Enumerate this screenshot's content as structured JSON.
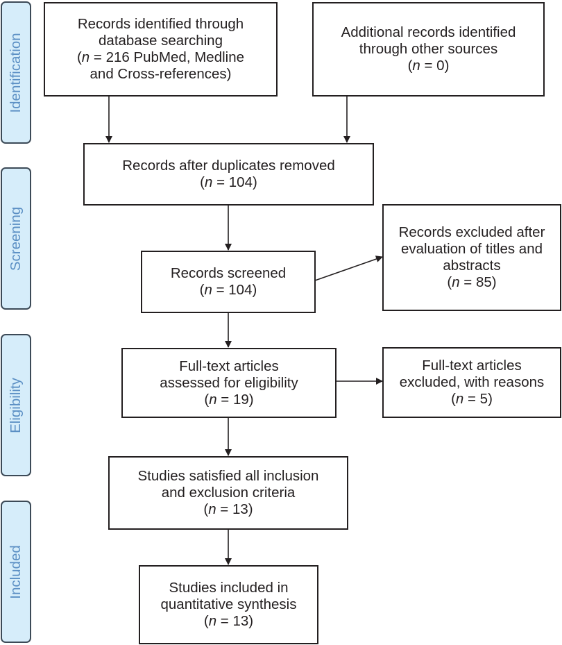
{
  "stages": {
    "identification": "Identification",
    "screening": "Screening",
    "eligibility": "Eligibility",
    "included": "Included"
  },
  "boxes": {
    "database_records": {
      "lines": [
        "Records identified through",
        "database searching"
      ],
      "count_var": "n",
      "count_rest": " = 216 PubMed, Medline",
      "extra": "and Cross-references)"
    },
    "other_sources": {
      "lines": [
        "Additional records identified",
        "through other sources"
      ],
      "count_var": "n",
      "count_rest": " = 0)"
    },
    "duplicates_removed": {
      "lines": [
        "Records after duplicates removed"
      ],
      "count_var": "n",
      "count_rest": " = 104)"
    },
    "records_screened": {
      "lines": [
        "Records screened"
      ],
      "count_var": "n",
      "count_rest": " = 104)"
    },
    "records_excluded": {
      "lines": [
        "Records excluded after",
        "evaluation of titles and",
        "abstracts"
      ],
      "count_var": "n",
      "count_rest": " = 85)"
    },
    "fulltext_assessed": {
      "lines": [
        "Full-text articles",
        "assessed for eligibility"
      ],
      "count_var": "n",
      "count_rest": " = 19)"
    },
    "fulltext_excluded": {
      "lines": [
        "Full-text articles",
        "excluded, with reasons"
      ],
      "count_var": "n",
      "count_rest": " = 5)"
    },
    "criteria_satisfied": {
      "lines": [
        "Studies satisfied all inclusion",
        "and exclusion criteria"
      ],
      "count_var": "n",
      "count_rest": " = 13)"
    },
    "quantitative_synthesis": {
      "lines": [
        "Studies included in",
        "quantitative synthesis"
      ],
      "count_var": "n",
      "count_rest": " = 13)"
    }
  },
  "colors": {
    "stage_fill": "#d6edfa",
    "stage_text": "#5b8fc4",
    "stage_border": "#3c4a57",
    "box_border": "#231f20",
    "arrow": "#231f20"
  }
}
